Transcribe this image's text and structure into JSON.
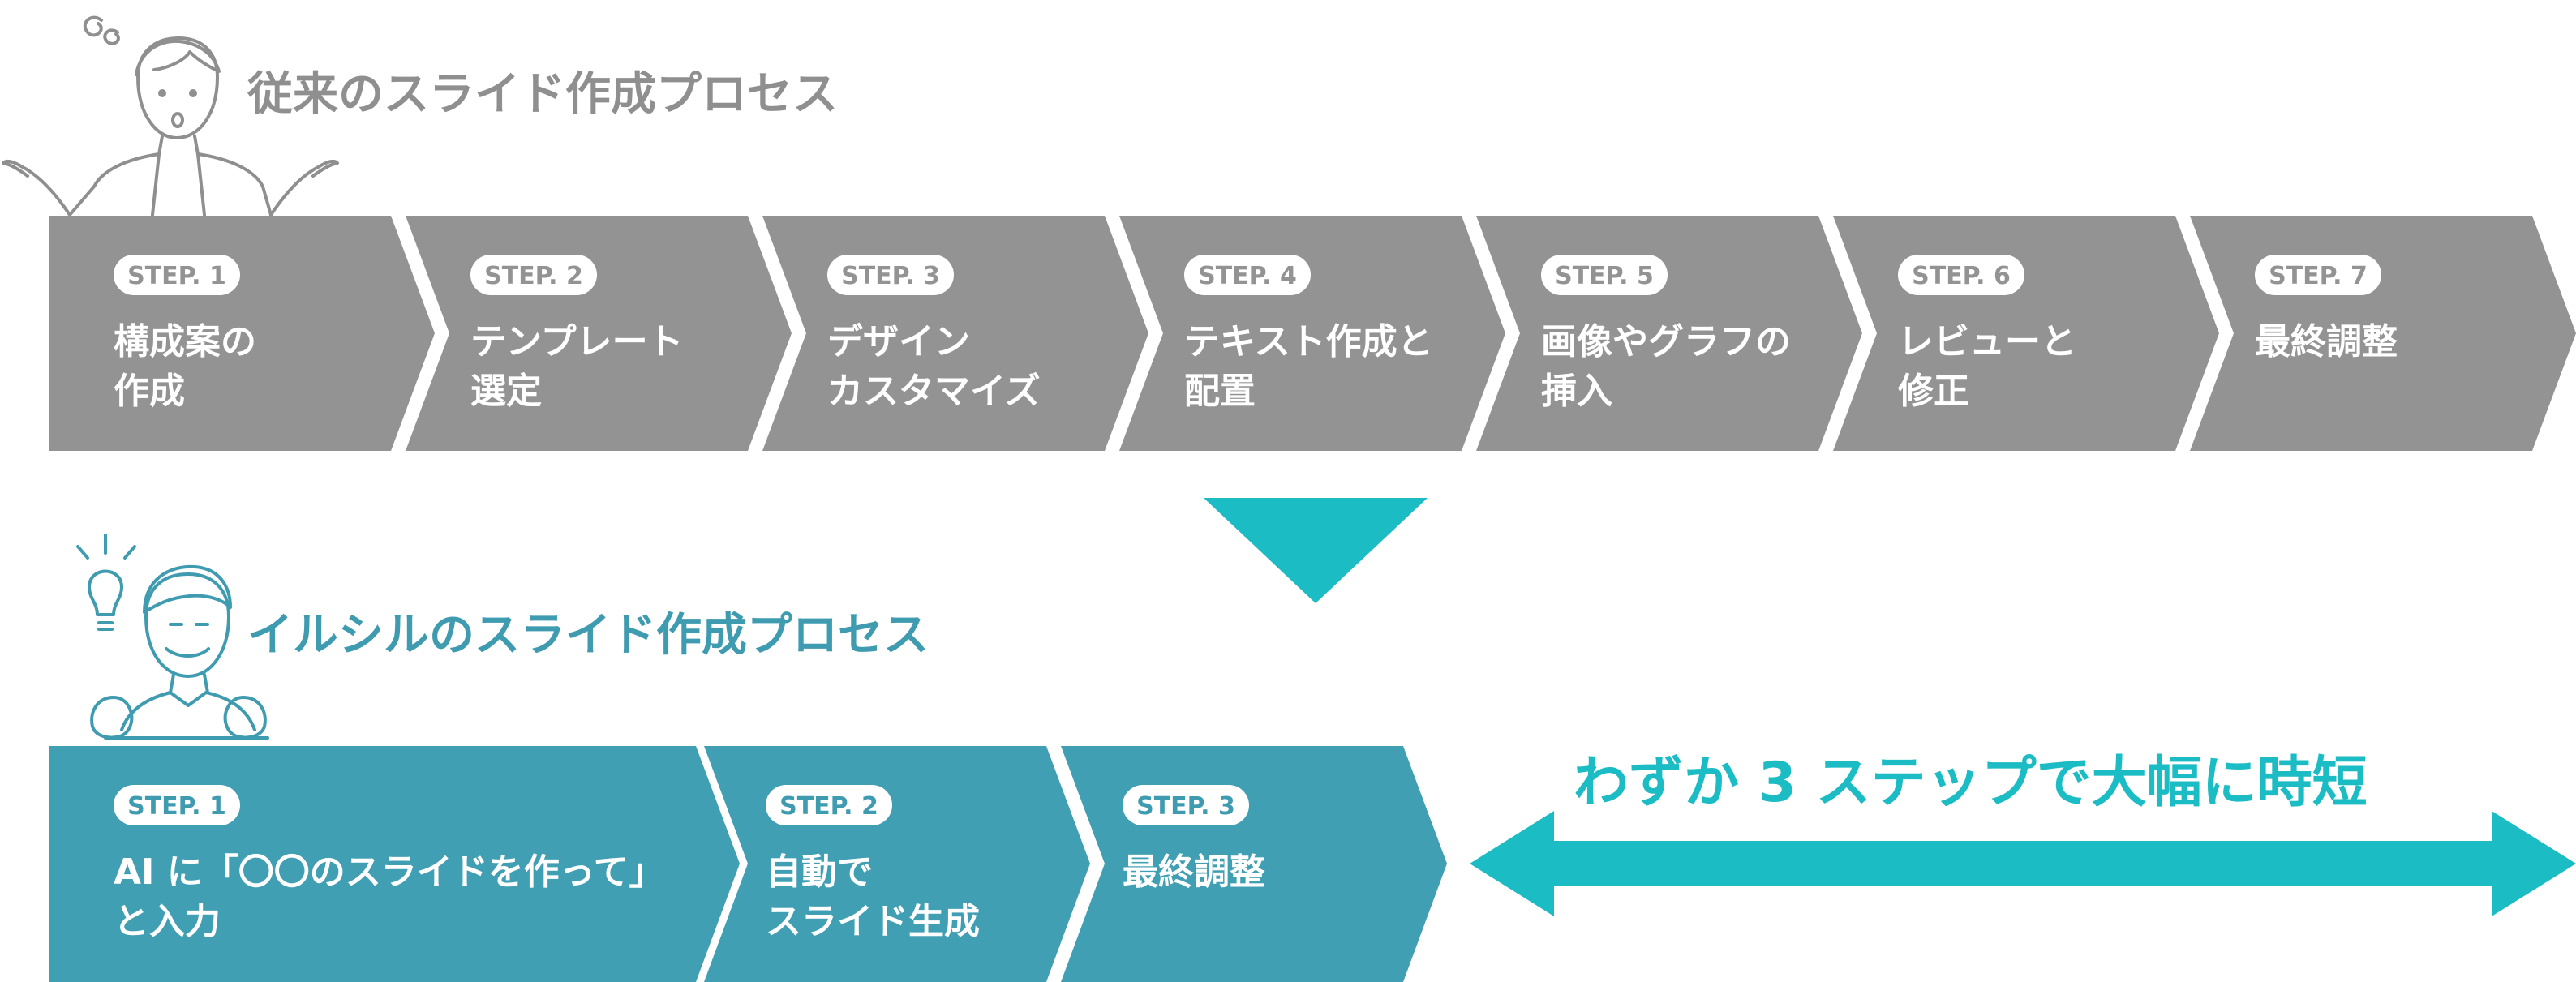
{
  "old_process": {
    "title": "従来のスライド作成プロセス",
    "steps": [
      {
        "badge": "STEP. 1",
        "lines": [
          "構成案の",
          "作成"
        ]
      },
      {
        "badge": "STEP. 2",
        "lines": [
          "テンプレート",
          "選定"
        ]
      },
      {
        "badge": "STEP. 3",
        "lines": [
          "デザイン",
          "カスタマイズ"
        ]
      },
      {
        "badge": "STEP. 4",
        "lines": [
          "テキスト作成と",
          "配置"
        ]
      },
      {
        "badge": "STEP. 5",
        "lines": [
          "画像やグラフの",
          "挿入"
        ]
      },
      {
        "badge": "STEP. 6",
        "lines": [
          "レビューと",
          "修正"
        ]
      },
      {
        "badge": "STEP. 7",
        "lines": [
          "最終調整"
        ]
      }
    ]
  },
  "new_process": {
    "title": "イルシルのスライド作成プロセス",
    "steps": [
      {
        "badge": "STEP. 1",
        "lines": [
          "AI に「〇〇のスライドを作って」",
          "と入力"
        ]
      },
      {
        "badge": "STEP. 2",
        "lines": [
          "自動で",
          "スライド生成"
        ]
      },
      {
        "badge": "STEP. 3",
        "lines": [
          "最終調整"
        ]
      }
    ]
  },
  "headline": "わずか 3 ステップで大幅に時短",
  "colors": {
    "old_fill": "#939393",
    "new_fill": "#419fb3",
    "accent": "#1cbcc4",
    "old_line_art": "#8f8f8f",
    "new_line_art": "#3f9bb0"
  },
  "icons": {
    "old_person": "confused-person-shrugging-icon",
    "new_person": "confident-person-with-lightbulb-icon",
    "transition": "down-triangle-arrow-icon",
    "comparison": "double-headed-arrow-icon"
  }
}
